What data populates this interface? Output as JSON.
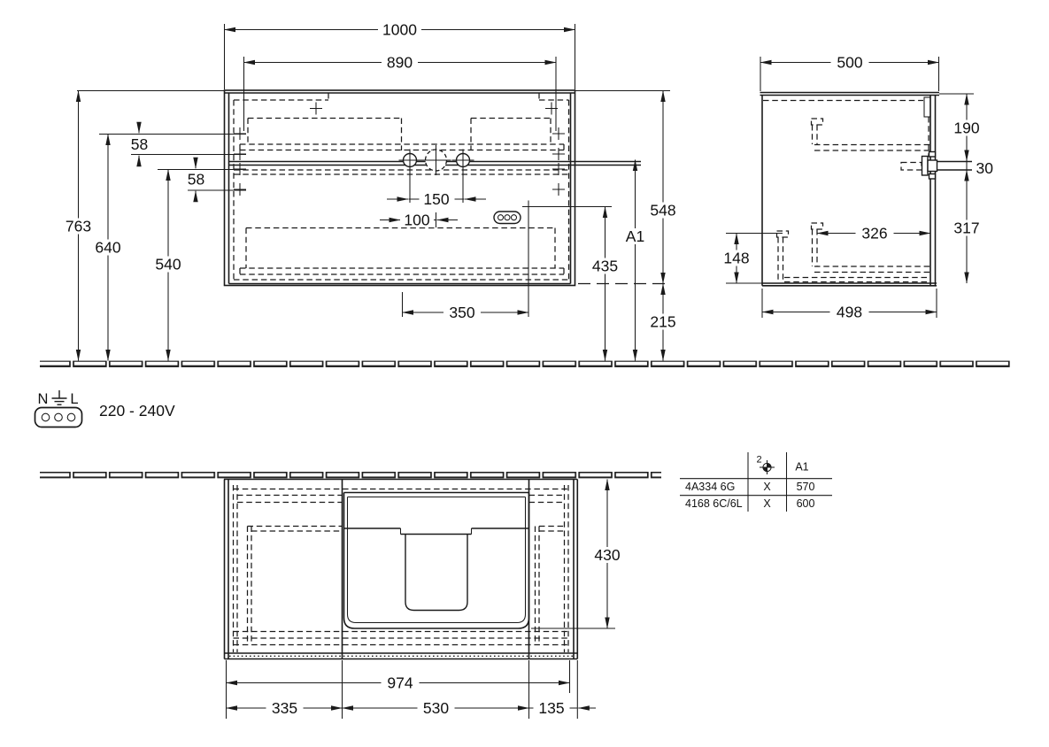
{
  "drawing": {
    "front": {
      "w_outer": "1000",
      "w_inner": "890",
      "h_total": "763",
      "h_upper": "640",
      "h_lower": "540",
      "gap_a": "58",
      "gap_b": "58",
      "tap_span": "150",
      "tap_half": "100",
      "drain": "350",
      "basin_h": "435",
      "ref": "A1",
      "cab_h": "548",
      "floor_gap": "215"
    },
    "side": {
      "d_outer": "500",
      "top_off": "190",
      "fitting": "30",
      "lower": "317",
      "shelf": "326",
      "bracket": "148",
      "d_inner": "498"
    },
    "plan": {
      "depth": "430",
      "w_base": "974",
      "s_left": "335",
      "s_mid": "530",
      "s_right": "135"
    },
    "electrical": {
      "neutral": "N",
      "line": "L",
      "voltage": "220 - 240V"
    },
    "table": {
      "sup": "2",
      "col_a1": "A1",
      "rows": [
        {
          "model": "4A334 6G",
          "mark": "X",
          "val": "570"
        },
        {
          "model": "4168 6C/6L",
          "mark": "X",
          "val": "600"
        }
      ]
    }
  }
}
